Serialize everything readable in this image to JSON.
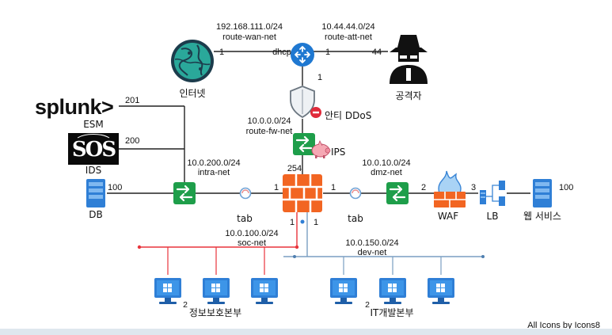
{
  "networks": {
    "route_wan": {
      "cidr": "192.168.111.0/24",
      "name": "route-wan-net"
    },
    "route_att": {
      "cidr": "10.44.44.0/24",
      "name": "route-att-net"
    },
    "route_fw": {
      "cidr": "10.0.0.0/24",
      "name": "route-fw-net"
    },
    "intra": {
      "cidr": "10.0.200.0/24",
      "name": "intra-net"
    },
    "dmz": {
      "cidr": "10.0.10.0/24",
      "name": "dmz-net"
    },
    "soc": {
      "cidr": "10.0.100.0/24",
      "name": "soc-net"
    },
    "dev": {
      "cidr": "10.0.150.0/24",
      "name": "dev-net"
    }
  },
  "nodes": {
    "internet": "인터넷",
    "attacker": "공격자",
    "router_dhcp": "dhcp",
    "anti_ddos": "안티 DDoS",
    "ips": "IPS",
    "splunk_logo": "splunk>",
    "esm": "ESM",
    "ids": "IDS",
    "db": "DB",
    "waf": "WAF",
    "lb": "LB",
    "web_service": "웹 서비스",
    "tap_left": "tab",
    "tap_right": "tab",
    "security_hq": "정보보호본부",
    "it_dev_hq": "IT개발본부"
  },
  "host_ids": {
    "router_wan": "1",
    "router_att": "1",
    "attacker": "44",
    "router_down": "1",
    "esm": "201",
    "ids": "200",
    "db": "100",
    "fw_left": "1",
    "fw_top": "254",
    "fw_right": "1",
    "fw_bottom_left": "1",
    "fw_bottom_right": "1",
    "waf": "2",
    "lb": "3",
    "web_service": "100",
    "soc_pcs": "2",
    "dev_pcs": "2"
  },
  "credits": "All Icons by Icons8",
  "colors": {
    "switch_green": "#1e9e4a",
    "router_blue": "#1f78d1",
    "firewall_orange": "#f26522",
    "server_blue": "#2f7fd6",
    "soc_line": "#e8343c",
    "dev_line": "#7a9ec2"
  }
}
